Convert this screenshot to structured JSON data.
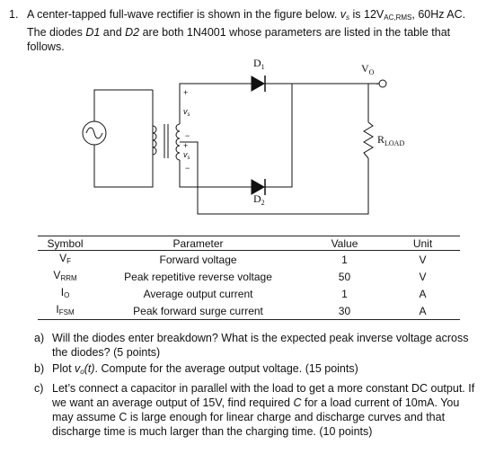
{
  "problem": {
    "number": "1.",
    "intro_1": "A center-tapped full-wave rectifier is shown in the figure below. ",
    "vs_symbol": "v",
    "vs_sub": "s",
    "intro_2": " is 12V",
    "rms_sub": "AC,RMS",
    "intro_3": ", 60Hz AC. The diodes ",
    "d1": "D1",
    "intro_4": " and ",
    "d2": "D2",
    "intro_5": " are both 1N4001 whose parameters are listed in the table that follows."
  },
  "figure": {
    "d1_label": "D",
    "d1_sub": "1",
    "d2_label": "D",
    "d2_sub": "2",
    "vo_label": "V",
    "vo_sub": "O",
    "rload_label": "R",
    "rload_sub": "LOAD",
    "vs_label": "v",
    "vs_sub": "s",
    "plus": "+",
    "minus": "−"
  },
  "table": {
    "headers": [
      "Symbol",
      "Parameter",
      "Value",
      "Unit"
    ],
    "rows": [
      {
        "sym": "V",
        "sub": "F",
        "param": "Forward voltage",
        "value": "1",
        "unit": "V"
      },
      {
        "sym": "V",
        "sub": "RRM",
        "param": "Peak repetitive reverse voltage",
        "value": "50",
        "unit": "V"
      },
      {
        "sym": "I",
        "sub": "O",
        "param": "Average output current",
        "value": "1",
        "unit": "A"
      },
      {
        "sym": "I",
        "sub": "FSM",
        "param": "Peak forward surge current",
        "value": "30",
        "unit": "A"
      }
    ]
  },
  "questions": {
    "a_label": "a)",
    "a_text": "Will the diodes enter breakdown? What is the expected peak inverse voltage across the diodes? (5 points)",
    "b_label": "b)",
    "b_pre": "Plot ",
    "b_v": "v",
    "b_sub": "o",
    "b_t": "(t)",
    "b_post": ". Compute for the average output voltage. (15 points)",
    "c_label": "c)",
    "c_pre": "Let’s connect a capacitor in parallel with the load to get a more constant DC output. If we want an average output of 15V, find required ",
    "c_var": "C",
    "c_post": " for a load current of 10mA. You may assume C is large enough for linear charge and discharge curves and that discharge time is much larger than the charging time. (10 points)"
  }
}
